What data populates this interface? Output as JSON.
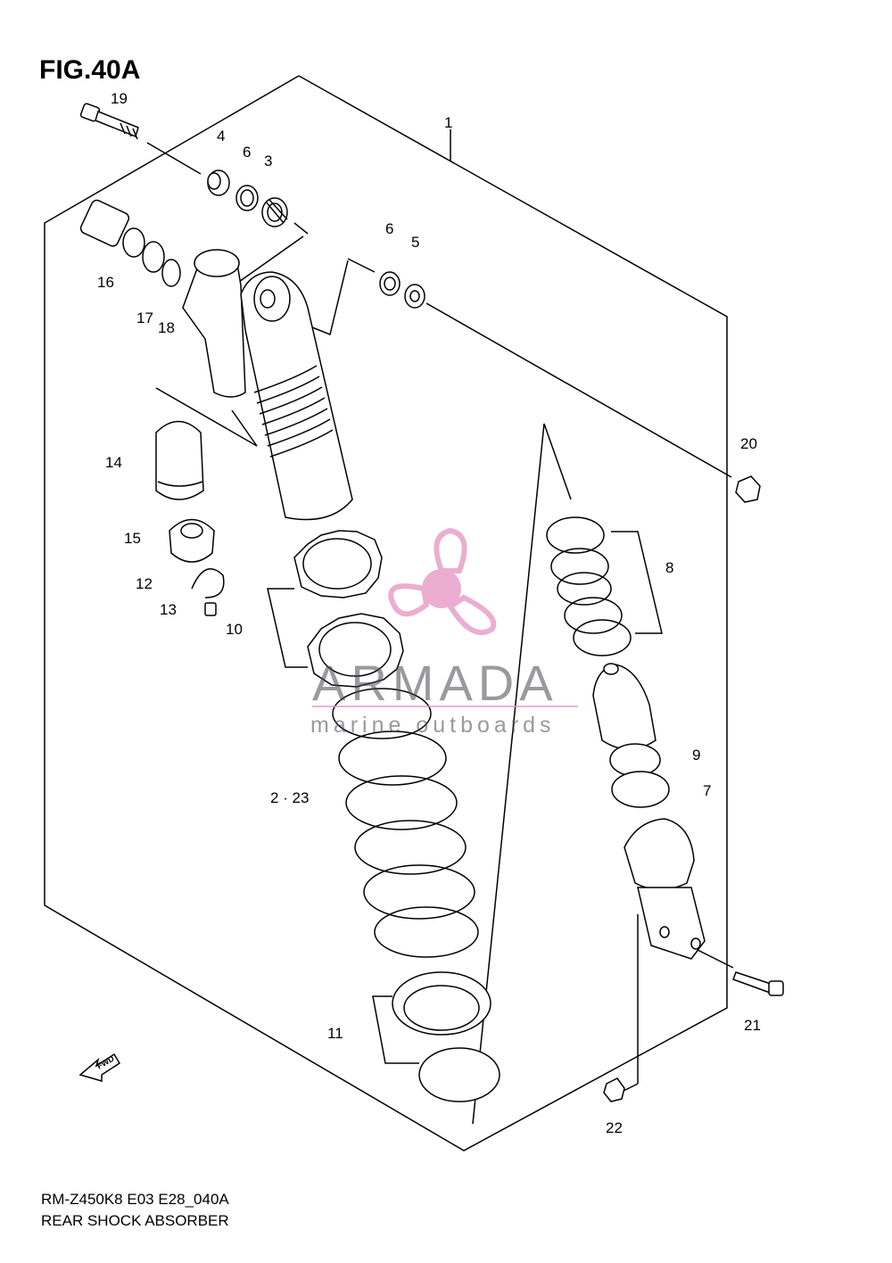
{
  "figure": {
    "title": "FIG.40A",
    "code": "RM-Z450K8 E03 E28_040A",
    "name": "REAR SHOCK ABSORBER",
    "fwd_label": "FWD"
  },
  "watermark": {
    "name": "ARMADA",
    "subtitle": "marine outboards",
    "logo_color": "#e8a0c8"
  },
  "callouts": [
    "19",
    "4",
    "6",
    "3",
    "1",
    "16",
    "17",
    "18",
    "6",
    "5",
    "14",
    "20",
    "15",
    "12",
    "13",
    "10",
    "8",
    "9",
    "7",
    "2 · 23",
    "11",
    "21",
    "22"
  ],
  "colors": {
    "line": "#000000",
    "background": "#ffffff"
  }
}
